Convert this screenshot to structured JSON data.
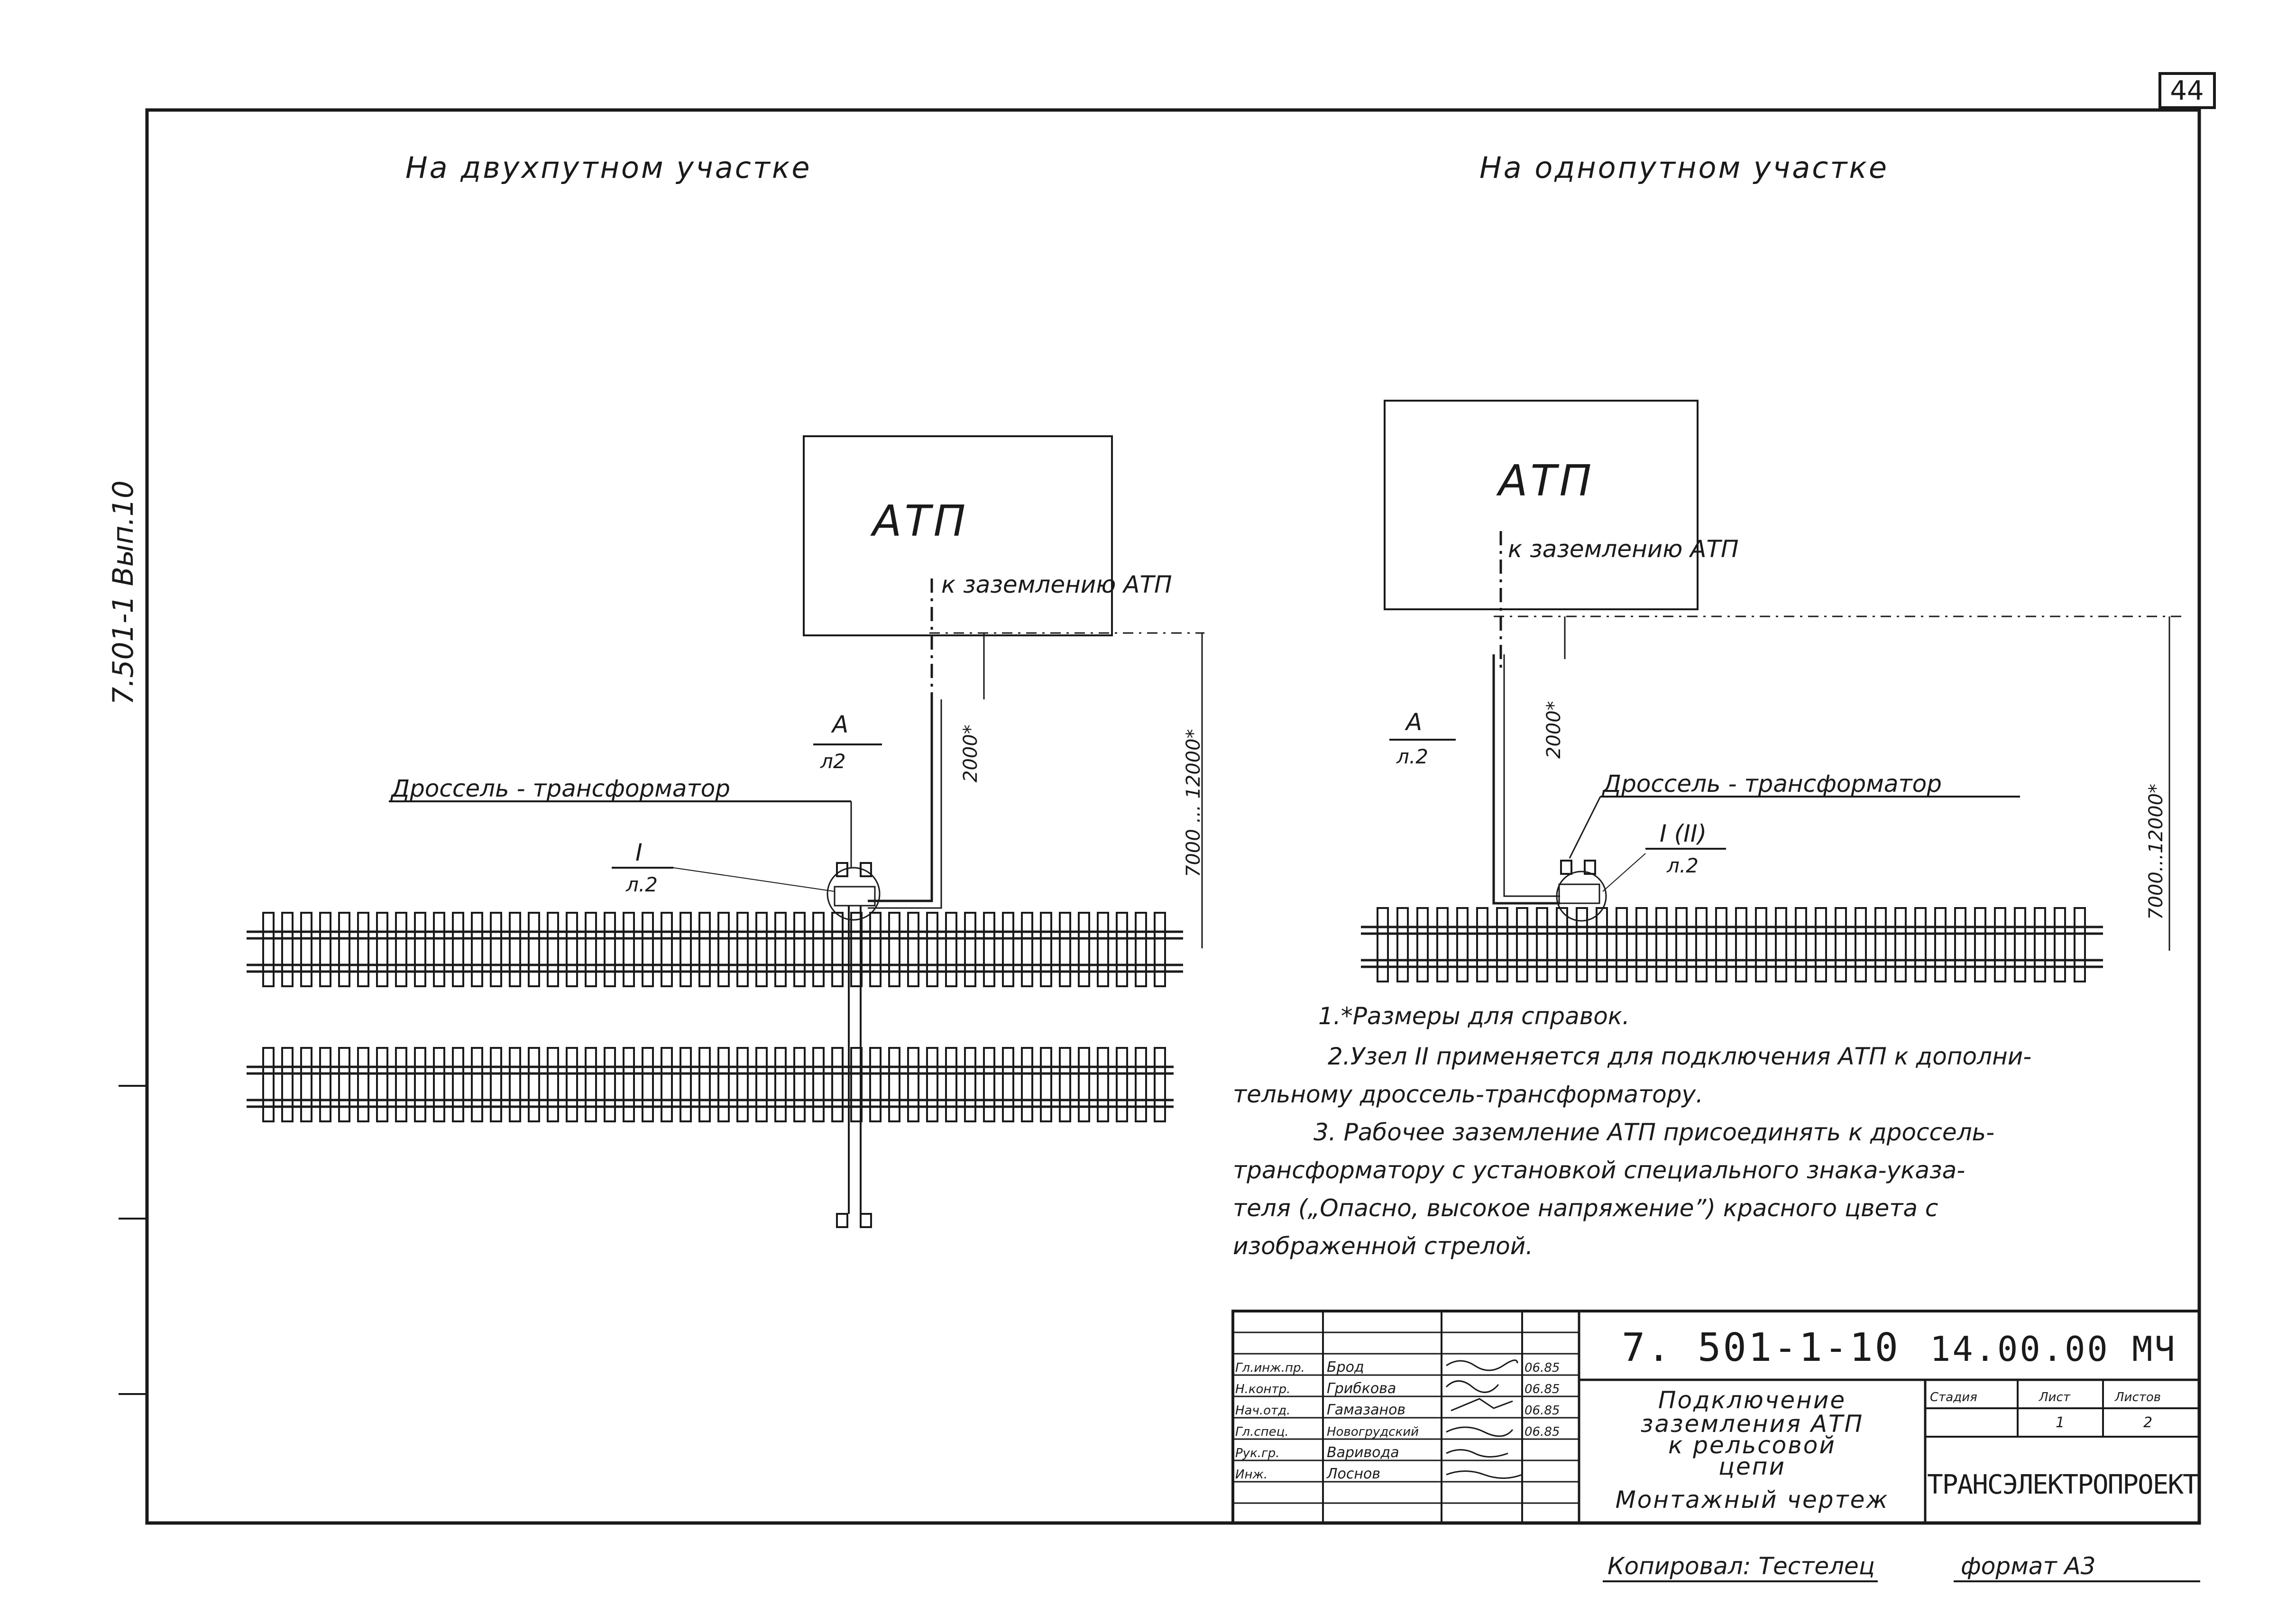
{
  "sheet": {
    "page_number": "44",
    "side_stamp": "7.501-1 Вып.10",
    "format": "формат А3",
    "copied_by": "Копировал: Тестелец"
  },
  "left_panel": {
    "heading": "На двухпутном участке",
    "atp_label": "АТП",
    "grounding_label": "к заземлению АТП",
    "section_mark": {
      "letter": "А",
      "sheet": "л2"
    },
    "choke_label": "Дроссель - трансформатор",
    "node_mark": {
      "number": "I",
      "sheet": "л.2"
    },
    "dim_short": "2000*",
    "dim_long": "7000 ... 12000*"
  },
  "right_panel": {
    "heading": "На однопутном участке",
    "atp_label": "АТП",
    "grounding_label": "к заземлению АТП",
    "section_mark": {
      "letter": "А",
      "sheet": "л.2"
    },
    "choke_label": "Дроссель - трансформатор",
    "node_mark": {
      "number": "I (II)",
      "sheet": "л.2"
    },
    "dim_short": "2000*",
    "dim_long": "7000...12000*"
  },
  "notes": [
    "1.*Размеры для справок.",
    "2.Узел II применяется для подключения АТП к дополни-",
    "тельному дроссель-трансформатору.",
    "3. Рабочее заземление АТП присоединять к дроссель-",
    "трансформатору с установкой специального знака-указа-",
    "теля („Опасно, высокое напряжение”) красного цвета с",
    "изображенной стрелой."
  ],
  "title_block": {
    "doc_code": "7. 501-1-10",
    "doc_mark": "14.00.00 МЧ",
    "title_lines": [
      "Подключение",
      "заземления  АТП",
      "к рельсовой",
      "цепи"
    ],
    "subtitle": "Монтажный чертеж",
    "stage_header": "Стадия",
    "sheet_header": "Лист",
    "sheets_header": "Листов",
    "sheet_value": "1",
    "sheets_value": "2",
    "organization": "ТРАНСЭЛЕКТРОПРОЕКТ",
    "roles": [
      "Гл.инж.пр.",
      "Н.контр.",
      "Нач.отд.",
      "Гл.спец.",
      "Рук.гр.",
      "Инж."
    ],
    "names": [
      "Брод",
      "Грибкова",
      "Гамазанов",
      "Новогрудский",
      "Варивода",
      "Лоснов"
    ],
    "dates": [
      "06.85",
      "06.85",
      "06.85",
      "06.85"
    ]
  }
}
